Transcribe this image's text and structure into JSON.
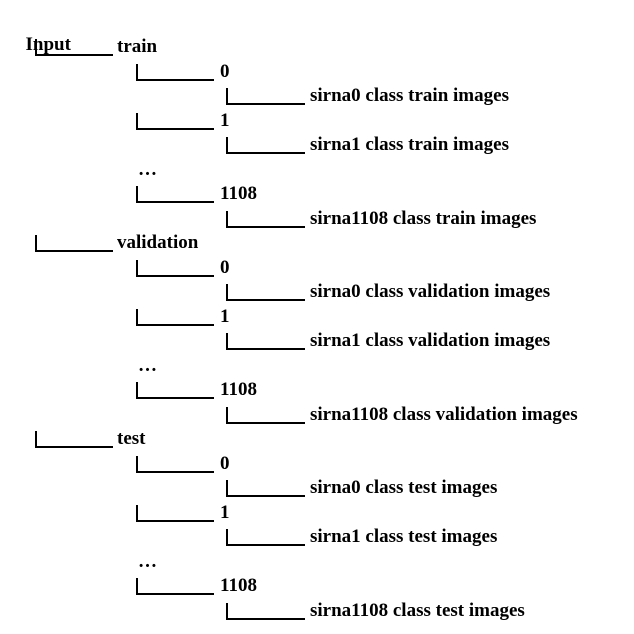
{
  "root": "Input",
  "sections": [
    {
      "name": "train",
      "classes": [
        {
          "id": "0",
          "desc": "sirna0 class train images"
        },
        {
          "id": "1",
          "desc": "sirna1 class train images"
        },
        {
          "id": "1108",
          "desc": "sirna1108 class train images"
        }
      ]
    },
    {
      "name": "validation",
      "classes": [
        {
          "id": "0",
          "desc": "sirna0 class validation images"
        },
        {
          "id": "1",
          "desc": "sirna1 class validation images"
        },
        {
          "id": "1108",
          "desc": "sirna1108 class validation images"
        }
      ]
    },
    {
      "name": "test",
      "classes": [
        {
          "id": "0",
          "desc": "sirna0 class test images"
        },
        {
          "id": "1",
          "desc": "sirna1 class test images"
        },
        {
          "id": "1108",
          "desc": "sirna1108 class test images"
        }
      ]
    }
  ],
  "ellipsis": "…"
}
